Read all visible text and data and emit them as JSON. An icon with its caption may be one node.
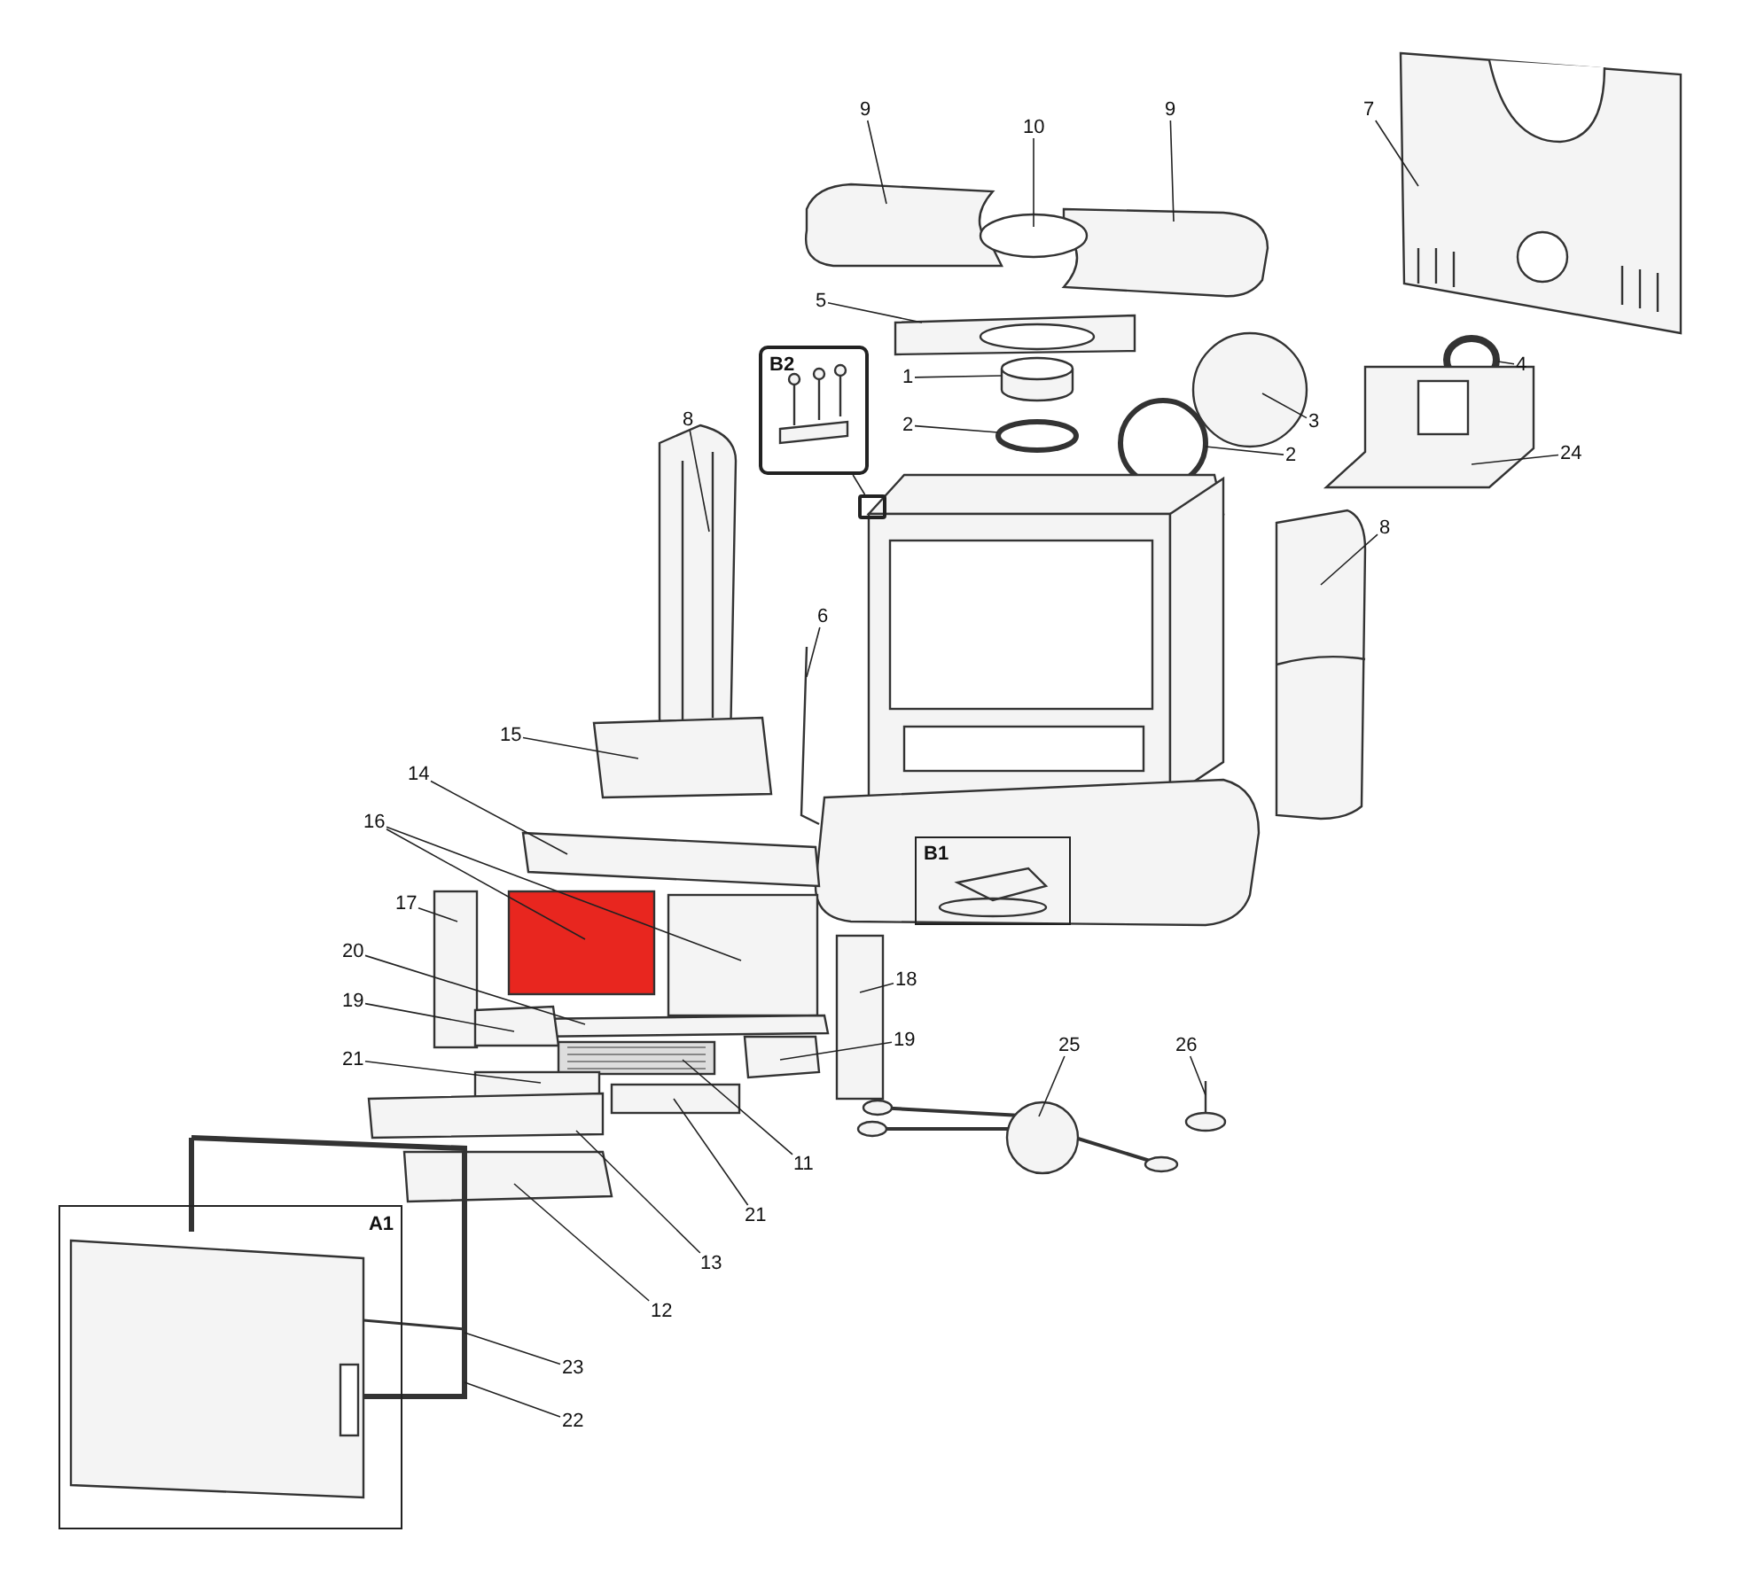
{
  "diagram": {
    "nodes": [
      {
        "text": [
          "9"
        ]
      },
      {
        "text": [
          "10"
        ]
      },
      {
        "text": [
          "9"
        ]
      },
      {
        "text": [
          "7"
        ]
      },
      {
        "text": [
          "5"
        ]
      },
      {
        "text": [
          "B2"
        ]
      },
      {
        "text": [
          "1"
        ]
      },
      {
        "text": [
          "8"
        ]
      },
      {
        "text": [
          "2"
        ]
      },
      {
        "text": [
          "4"
        ]
      },
      {
        "text": [
          "3"
        ]
      },
      {
        "text": [
          "2"
        ]
      },
      {
        "text": [
          "24"
        ]
      },
      {
        "text": [],
        "shape": "box"
      },
      {
        "text": [
          "8"
        ]
      },
      {
        "text": [
          "6"
        ]
      },
      {
        "text": [
          "15"
        ]
      },
      {
        "text": [
          "14"
        ]
      },
      {
        "text": [
          "16"
        ]
      },
      {
        "text": [
          "B1"
        ]
      },
      {
        "text": [
          "17"
        ]
      },
      {
        "text": [
          "20"
        ]
      },
      {
        "text": [
          "18"
        ]
      },
      {
        "text": [
          "19"
        ]
      },
      {
        "text": [
          "19"
        ]
      },
      {
        "text": [
          "25"
        ]
      },
      {
        "text": [
          "26"
        ]
      },
      {
        "text": [
          "21"
        ]
      },
      {
        "text": [
          "11"
        ]
      },
      {
        "text": [
          "21"
        ]
      },
      {
        "text": [
          "A1"
        ]
      },
      {
        "text": [
          "13"
        ]
      },
      {
        "text": [
          "12"
        ]
      },
      {
        "text": [
          "23"
        ]
      },
      {
        "text": [
          "22"
        ]
      }
    ],
    "edges": [
      {
        "from": 0,
        "to": null,
        "arrow": "none"
      },
      {
        "from": 1,
        "to": null,
        "arrow": "none"
      },
      {
        "from": 2,
        "to": null,
        "arrow": "none"
      },
      {
        "from": 3,
        "to": null,
        "arrow": "none"
      },
      {
        "from": 4,
        "to": null,
        "arrow": "none"
      },
      {
        "from": 5,
        "to": 13,
        "arrow": "none"
      },
      {
        "from": 6,
        "to": null,
        "arrow": "none"
      },
      {
        "from": 7,
        "to": null,
        "arrow": "none"
      },
      {
        "from": 8,
        "to": null,
        "arrow": "none"
      },
      {
        "from": 9,
        "to": null,
        "arrow": "none"
      },
      {
        "from": 10,
        "to": null,
        "arrow": "none"
      },
      {
        "from": 11,
        "to": null,
        "arrow": "none"
      },
      {
        "from": 12,
        "to": null,
        "arrow": "none"
      },
      {
        "from": 14,
        "to": null,
        "arrow": "none"
      },
      {
        "from": 15,
        "to": null,
        "arrow": "none"
      },
      {
        "from": 16,
        "to": null,
        "arrow": "none"
      },
      {
        "from": 17,
        "to": null,
        "arrow": "none"
      },
      {
        "from": 18,
        "to": null,
        "arrow": "none"
      },
      {
        "from": 18,
        "to": null,
        "arrow": "none"
      },
      {
        "from": 20,
        "to": null,
        "arrow": "none"
      },
      {
        "from": 21,
        "to": null,
        "arrow": "none"
      },
      {
        "from": 22,
        "to": null,
        "arrow": "none"
      },
      {
        "from": 23,
        "to": null,
        "arrow": "none"
      },
      {
        "from": 24,
        "to": null,
        "arrow": "none"
      },
      {
        "from": 25,
        "to": null,
        "arrow": "none"
      },
      {
        "from": 26,
        "to": null,
        "arrow": "none"
      },
      {
        "from": 27,
        "to": null,
        "arrow": "none"
      },
      {
        "from": 28,
        "to": null,
        "arrow": "none"
      },
      {
        "from": 29,
        "to": null,
        "arrow": "none"
      },
      {
        "from": 31,
        "to": null,
        "arrow": "none"
      },
      {
        "from": 32,
        "to": null,
        "arrow": "none"
      },
      {
        "from": 33,
        "to": null,
        "arrow": "none"
      },
      {
        "from": 34,
        "to": null,
        "arrow": "none"
      }
    ]
  }
}
